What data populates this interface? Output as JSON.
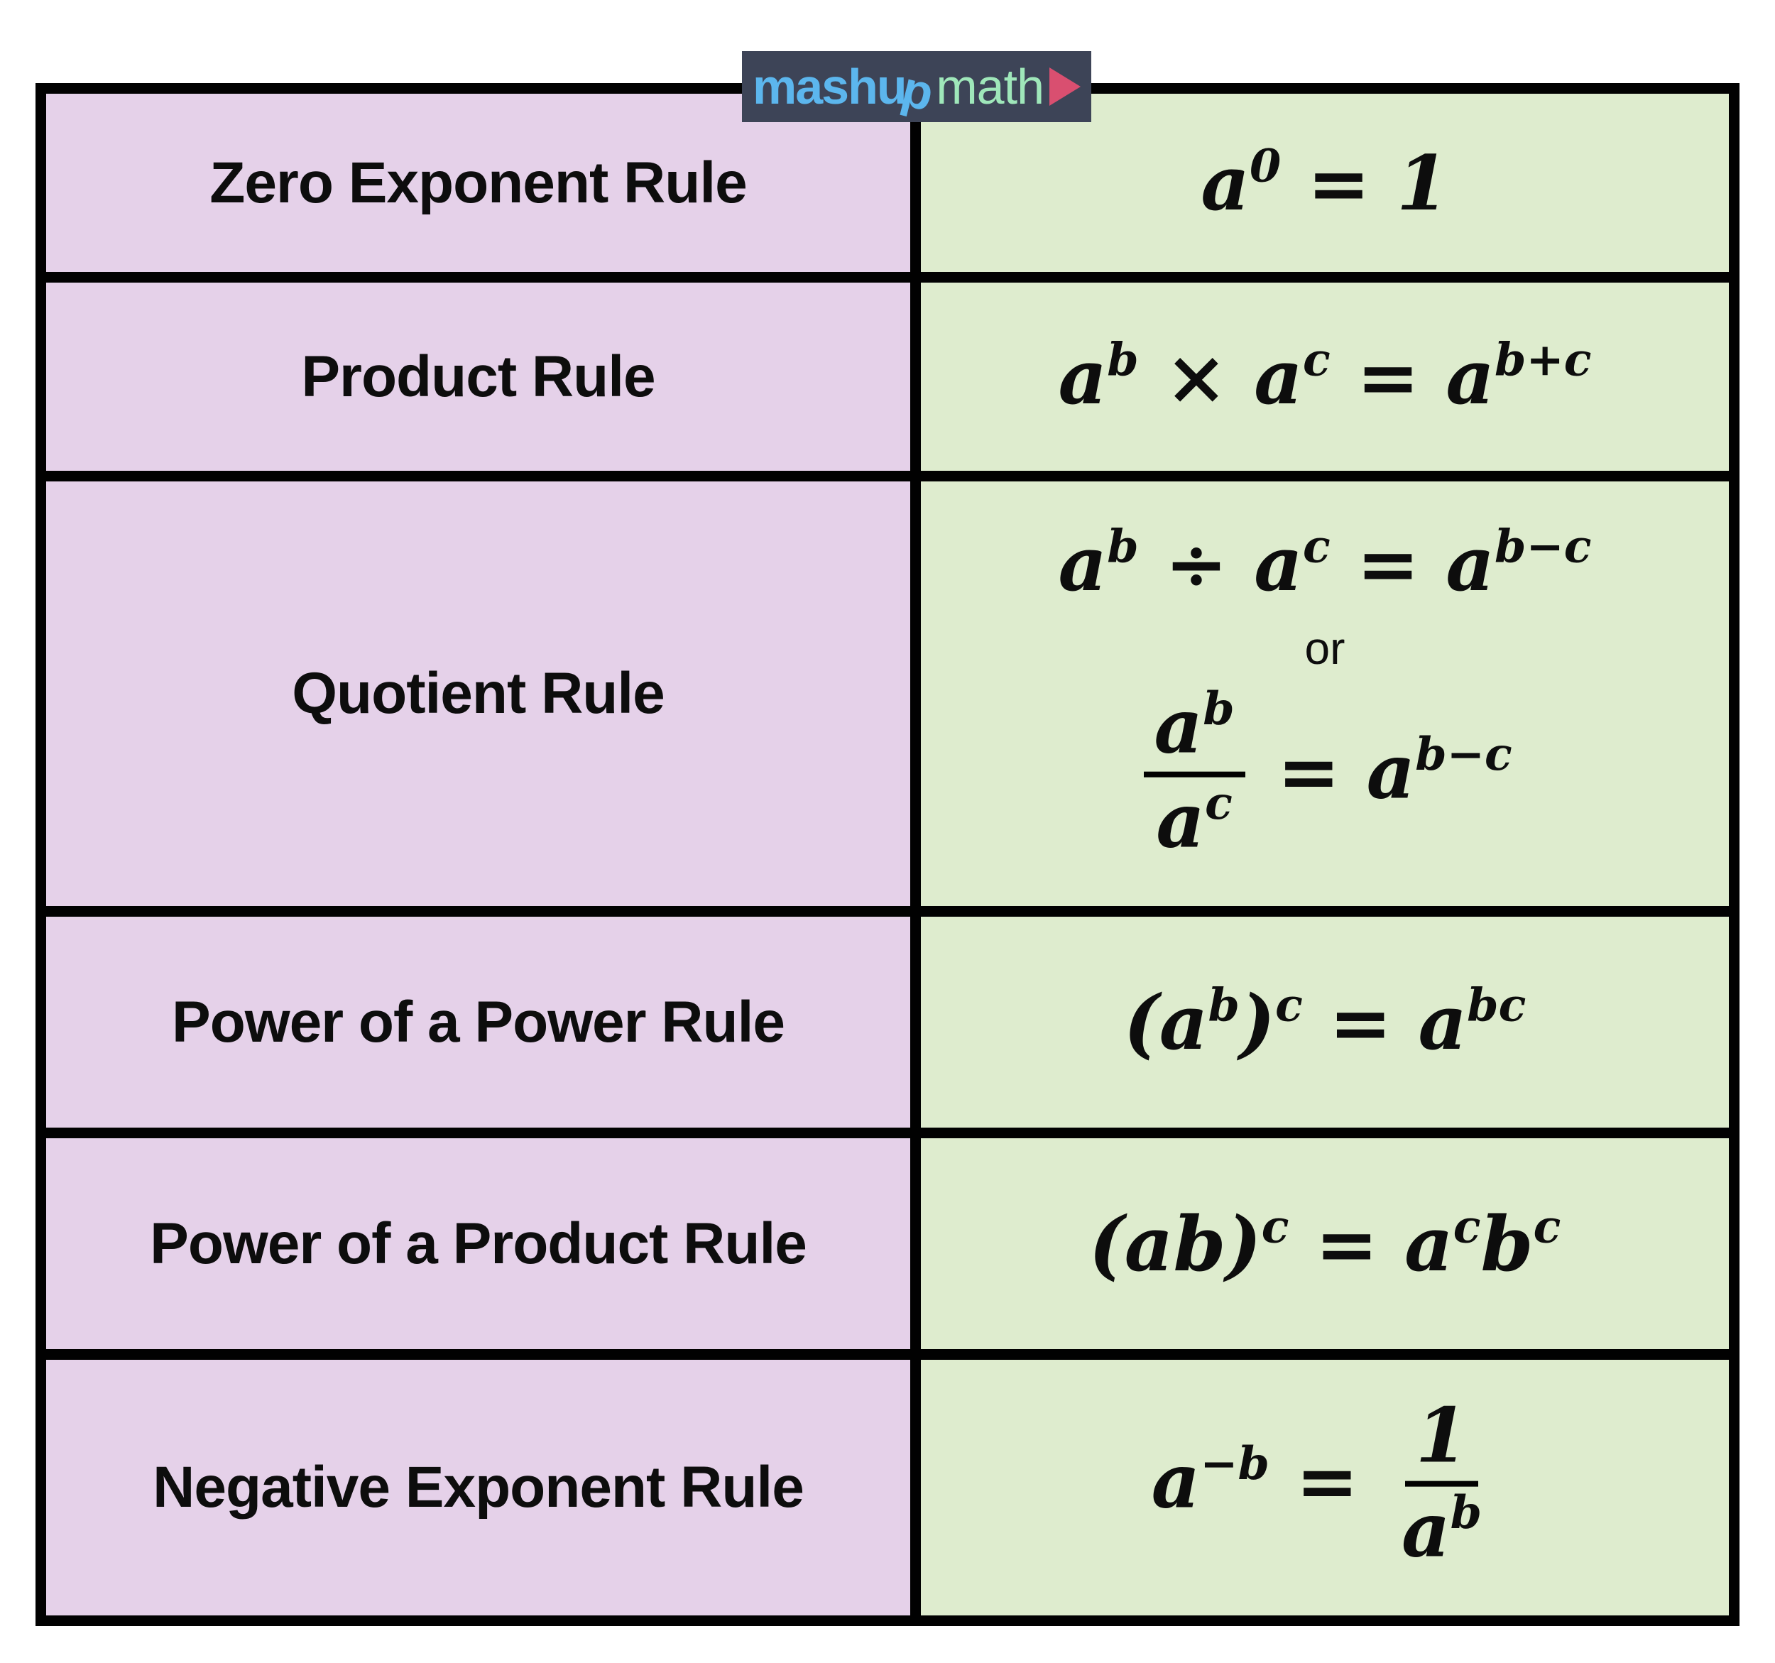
{
  "colors": {
    "rule_bg": "#e5d1e9",
    "formula_bg": "#deecce",
    "border": "#010101",
    "text": "#0d0d0d",
    "logo_bg": "#3d4457",
    "logo_mashup": "#5cb6ed",
    "logo_math": "#9fe7ba",
    "logo_play": "#d94f70"
  },
  "logo": {
    "mashu": "mashu",
    "p": "p",
    "math": "math",
    "play_icon": "play-triangle"
  },
  "table": {
    "rows": [
      {
        "label": "Zero Exponent Rule",
        "formula": [
          {
            "t": "txt",
            "v": "a"
          },
          {
            "t": "sup",
            "v": "0"
          },
          {
            "t": "txt",
            "v": " = 1"
          }
        ]
      },
      {
        "label": "Product Rule",
        "formula": [
          {
            "t": "txt",
            "v": "a"
          },
          {
            "t": "sup",
            "v": "b"
          },
          {
            "t": "txt",
            "v": " × a"
          },
          {
            "t": "sup",
            "v": "c"
          },
          {
            "t": "txt",
            "v": " = a"
          },
          {
            "t": "sup",
            "v": "b+c"
          }
        ]
      },
      {
        "label": "Quotient Rule",
        "formula_top": [
          {
            "t": "txt",
            "v": "a"
          },
          {
            "t": "sup",
            "v": "b"
          },
          {
            "t": "txt",
            "v": " ÷ a"
          },
          {
            "t": "sup",
            "v": "c"
          },
          {
            "t": "txt",
            "v": " = a"
          },
          {
            "t": "sup",
            "v": "b−c"
          }
        ],
        "or_label": "or",
        "formula_bottom": [
          {
            "t": "frac",
            "num": [
              {
                "t": "txt",
                "v": "a"
              },
              {
                "t": "sup",
                "v": "b"
              }
            ],
            "den": [
              {
                "t": "txt",
                "v": "a"
              },
              {
                "t": "sup",
                "v": "c"
              }
            ]
          },
          {
            "t": "txt",
            "v": " = a"
          },
          {
            "t": "sup",
            "v": "b−c"
          }
        ]
      },
      {
        "label": "Power of a Power Rule",
        "formula": [
          {
            "t": "txt",
            "v": "(a"
          },
          {
            "t": "sup",
            "v": "b"
          },
          {
            "t": "txt",
            "v": ")"
          },
          {
            "t": "sup",
            "v": "c"
          },
          {
            "t": "txt",
            "v": " = a"
          },
          {
            "t": "sup",
            "v": "bc"
          }
        ]
      },
      {
        "label": "Power of a Product Rule",
        "formula": [
          {
            "t": "txt",
            "v": "(ab)"
          },
          {
            "t": "sup",
            "v": "c"
          },
          {
            "t": "txt",
            "v": " = a"
          },
          {
            "t": "sup",
            "v": "c"
          },
          {
            "t": "txt",
            "v": "b"
          },
          {
            "t": "sup",
            "v": "c"
          }
        ]
      },
      {
        "label": "Negative Exponent Rule",
        "formula": [
          {
            "t": "txt",
            "v": "a"
          },
          {
            "t": "sup",
            "v": "−b"
          },
          {
            "t": "txt",
            "v": " = "
          },
          {
            "t": "frac",
            "num": [
              {
                "t": "txt",
                "v": "1"
              }
            ],
            "den": [
              {
                "t": "txt",
                "v": "a"
              },
              {
                "t": "sup",
                "v": "b"
              }
            ]
          }
        ]
      }
    ]
  }
}
